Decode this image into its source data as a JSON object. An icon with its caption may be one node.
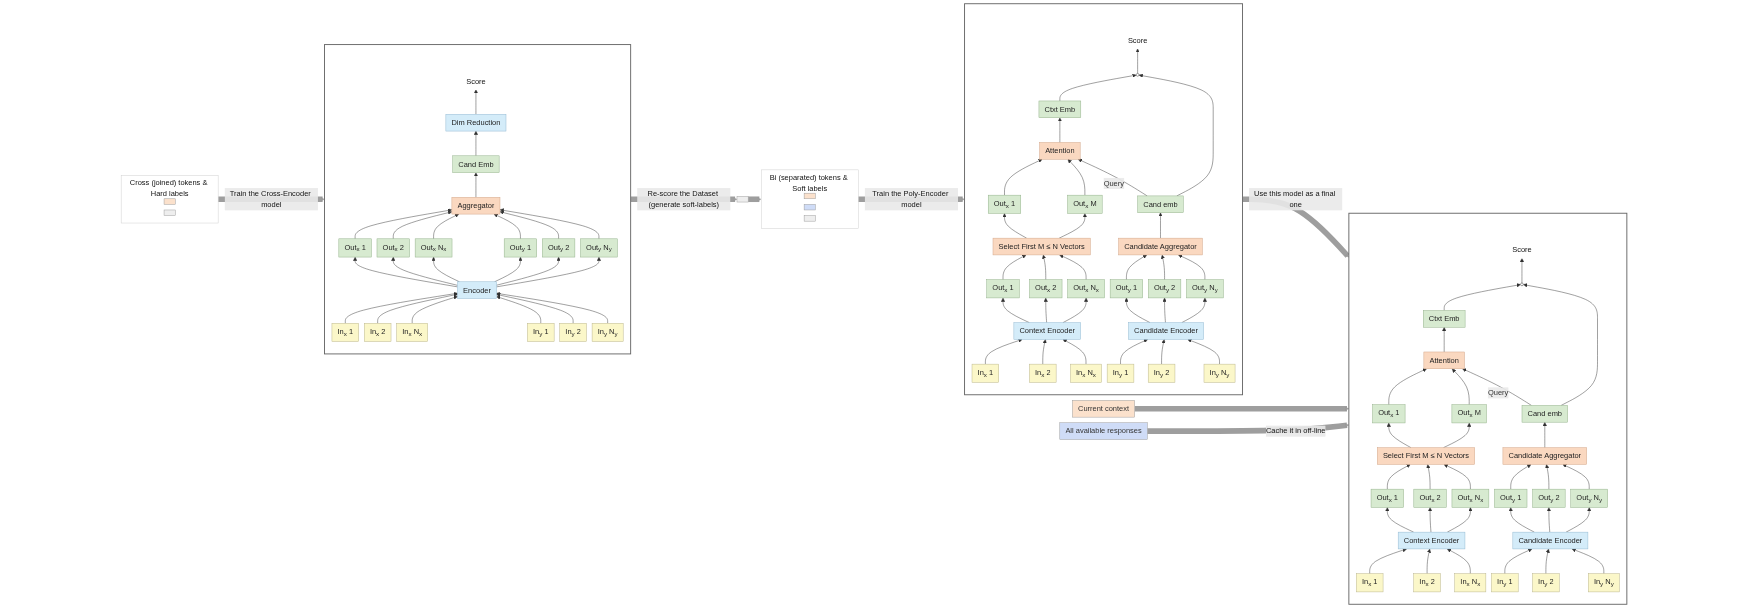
{
  "diagram": {
    "nodes": [
      {
        "text": [],
        "shape": "box"
      },
      {
        "text": [
          "Score"
        ],
        "in": 0
      },
      {
        "text": [
          "Dim Reduction"
        ],
        "in": 0
      },
      {
        "text": [
          "Cand Emb"
        ],
        "in": 0
      },
      {
        "text": [
          "Aggregator"
        ],
        "in": 0
      },
      {
        "text": [
          "Out$_{x}$ 1"
        ],
        "in": 0
      },
      {
        "text": [
          "Out$_{x}$ 2"
        ],
        "in": 0
      },
      {
        "text": [
          "Out$_{x}$ N$_{x}$"
        ],
        "in": 0
      },
      {
        "text": [
          "Out$_{y}$ 1"
        ],
        "in": 0
      },
      {
        "text": [
          "Out$_{y}$ 2"
        ],
        "in": 0
      },
      {
        "text": [
          "Out$_{y}$ N$_{y}$"
        ],
        "in": 0
      },
      {
        "text": [
          "Encoder"
        ],
        "in": 0
      },
      {
        "text": [
          "In$_{x}$ 1"
        ],
        "in": 0
      },
      {
        "text": [
          "In$_{x}$ 2"
        ],
        "in": 0
      },
      {
        "text": [
          "In$_{x}$ N$_{x}$"
        ],
        "in": 0
      },
      {
        "text": [
          "In$_{y}$ 1"
        ],
        "in": 0
      },
      {
        "text": [
          "In$_{y}$ 2"
        ],
        "in": 0
      },
      {
        "text": [
          "In$_{y}$ N$_{y}$"
        ],
        "in": 0
      },
      {
        "text": [],
        "shape": "box"
      },
      {
        "text": [
          "Ctxt Emb"
        ],
        "in": 18
      },
      {
        "text": [],
        "shape": "circle",
        "in": 18
      },
      {
        "text": [
          "Score"
        ],
        "in": 18
      },
      {
        "text": [
          "Attention"
        ],
        "in": 18
      },
      {
        "text": [
          "Cand emb"
        ],
        "in": 18
      },
      {
        "text": [
          "Out$_{x}$ 1"
        ],
        "in": 18
      },
      {
        "text": [
          "Out$_{x}$ M"
        ],
        "in": 18
      },
      {
        "text": [
          "Select First M ≤ N Vectors"
        ],
        "in": 18
      },
      {
        "text": [
          "Candidate Aggregator"
        ],
        "in": 18
      },
      {
        "text": [
          "Out$_{x}$ 1"
        ],
        "in": 18
      },
      {
        "text": [
          "Out$_{x}$ 2"
        ],
        "in": 18
      },
      {
        "text": [
          "Out$_{x}$ N$_{x}$"
        ],
        "in": 18
      },
      {
        "text": [
          "Out$_{y}$ 1"
        ],
        "in": 18
      },
      {
        "text": [
          "Out$_{y}$ 2"
        ],
        "in": 18
      },
      {
        "text": [
          "Out$_{y}$ N$_{y}$"
        ],
        "in": 18
      },
      {
        "text": [
          "Context Encoder"
        ],
        "in": 18
      },
      {
        "text": [
          "Candidate Encoder"
        ],
        "in": 18
      },
      {
        "text": [
          "In$_{x}$ 1"
        ],
        "in": 18
      },
      {
        "text": [
          "In$_{x}$ 2"
        ],
        "in": 18
      },
      {
        "text": [
          "In$_{x}$ N$_{x}$"
        ],
        "in": 18
      },
      {
        "text": [
          "In$_{y}$ 1"
        ],
        "in": 18
      },
      {
        "text": [
          "In$_{y}$ 2"
        ],
        "in": 18
      },
      {
        "text": [
          "In$_{y}$ N$_{y}$"
        ],
        "in": 18
      },
      {
        "text": [],
        "shape": "box"
      },
      {
        "text": [
          "Ctxt Emb"
        ],
        "in": 42
      },
      {
        "text": [],
        "shape": "circle",
        "in": 42
      },
      {
        "text": [
          "Score"
        ],
        "in": 42
      },
      {
        "text": [
          "Attention"
        ],
        "in": 42
      },
      {
        "text": [
          "Cand emb"
        ],
        "in": 42
      },
      {
        "text": [
          "Out$_{x}$ 1"
        ],
        "in": 42
      },
      {
        "text": [
          "Out$_{x}$ M"
        ],
        "in": 42
      },
      {
        "text": [
          "Select First M ≤ N Vectors"
        ],
        "in": 42
      },
      {
        "text": [
          "Candidate Aggregator"
        ],
        "in": 42
      },
      {
        "text": [
          "Out$_{x}$ 1"
        ],
        "in": 42
      },
      {
        "text": [
          "Out$_{x}$ 2"
        ],
        "in": 42
      },
      {
        "text": [
          "Out$_{x}$ N$_{x}$"
        ],
        "in": 42
      },
      {
        "text": [
          "Out$_{y}$ 1"
        ],
        "in": 42
      },
      {
        "text": [
          "Out$_{y}$ 2"
        ],
        "in": 42
      },
      {
        "text": [
          "Out$_{y}$ N$_{y}$"
        ],
        "in": 42
      },
      {
        "text": [
          "Context Encoder"
        ],
        "in": 42
      },
      {
        "text": [
          "Candidate Encoder"
        ],
        "in": 42
      },
      {
        "text": [
          "In$_{x}$ 1"
        ],
        "in": 42
      },
      {
        "text": [
          "In$_{x}$ 2"
        ],
        "in": 42
      },
      {
        "text": [
          "In$_{x}$ N$_{x}$"
        ],
        "in": 42
      },
      {
        "text": [
          "In$_{y}$ 1"
        ],
        "in": 42
      },
      {
        "text": [
          "In$_{y}$ 2"
        ],
        "in": 42
      },
      {
        "text": [
          "In$_{y}$ N$_{y}$"
        ],
        "in": 42
      },
      {
        "text": [
          "Cross (joined) tokens & Hard labels"
        ]
      },
      {
        "text": [],
        "shape": "box",
        "in": 66
      },
      {
        "text": [],
        "shape": "box",
        "in": 66
      },
      {
        "text": [],
        "shape": "box"
      },
      {
        "text": [
          "Bi (separated) tokens & Soft labels"
        ]
      },
      {
        "text": [],
        "shape": "box",
        "in": 70
      },
      {
        "text": [],
        "shape": "box",
        "in": 70
      },
      {
        "text": [],
        "shape": "box",
        "in": 70
      },
      {
        "text": [
          "Current context"
        ]
      },
      {
        "text": [
          "All available responses"
        ]
      }
    ],
    "edges": [
      {
        "from": 12,
        "to": 11,
        "arrow": "to"
      },
      {
        "from": 13,
        "to": 11,
        "arrow": "to"
      },
      {
        "from": 14,
        "to": 11,
        "arrow": "to"
      },
      {
        "from": 15,
        "to": 11,
        "arrow": "to"
      },
      {
        "from": 16,
        "to": 11,
        "arrow": "to"
      },
      {
        "from": 17,
        "to": 11,
        "arrow": "to"
      },
      {
        "from": 11,
        "to": 5,
        "arrow": "to"
      },
      {
        "from": 11,
        "to": 6,
        "arrow": "to"
      },
      {
        "from": 11,
        "to": 7,
        "arrow": "to"
      },
      {
        "from": 11,
        "to": 8,
        "arrow": "to"
      },
      {
        "from": 11,
        "to": 9,
        "arrow": "to"
      },
      {
        "from": 11,
        "to": 10,
        "arrow": "to"
      },
      {
        "from": 5,
        "to": 4,
        "arrow": "to"
      },
      {
        "from": 6,
        "to": 4,
        "arrow": "to"
      },
      {
        "from": 7,
        "to": 4,
        "arrow": "to"
      },
      {
        "from": 8,
        "to": 4,
        "arrow": "to"
      },
      {
        "from": 9,
        "to": 4,
        "arrow": "to"
      },
      {
        "from": 10,
        "to": 4,
        "arrow": "to"
      },
      {
        "from": 4,
        "to": 3,
        "arrow": "to"
      },
      {
        "from": 3,
        "to": 2,
        "arrow": "to"
      },
      {
        "from": 2,
        "to": 1,
        "arrow": "to"
      },
      {
        "from": 36,
        "to": 34,
        "arrow": "to"
      },
      {
        "from": 37,
        "to": 34,
        "arrow": "to"
      },
      {
        "from": 38,
        "to": 34,
        "arrow": "to"
      },
      {
        "from": 39,
        "to": 35,
        "arrow": "to"
      },
      {
        "from": 40,
        "to": 35,
        "arrow": "to"
      },
      {
        "from": 41,
        "to": 35,
        "arrow": "to"
      },
      {
        "from": 34,
        "to": 28,
        "arrow": "to"
      },
      {
        "from": 34,
        "to": 29,
        "arrow": "to"
      },
      {
        "from": 34,
        "to": 30,
        "arrow": "to"
      },
      {
        "from": 35,
        "to": 31,
        "arrow": "to"
      },
      {
        "from": 35,
        "to": 32,
        "arrow": "to"
      },
      {
        "from": 35,
        "to": 33,
        "arrow": "to"
      },
      {
        "from": 28,
        "to": 26,
        "arrow": "to"
      },
      {
        "from": 29,
        "to": 26,
        "arrow": "to"
      },
      {
        "from": 30,
        "to": 26,
        "arrow": "to"
      },
      {
        "from": 31,
        "to": 27,
        "arrow": "to"
      },
      {
        "from": 32,
        "to": 27,
        "arrow": "to"
      },
      {
        "from": 33,
        "to": 27,
        "arrow": "to"
      },
      {
        "from": 26,
        "to": 24,
        "arrow": "to"
      },
      {
        "from": 26,
        "to": 25,
        "arrow": "to"
      },
      {
        "from": 24,
        "to": 22,
        "arrow": "to"
      },
      {
        "from": 25,
        "to": 22,
        "arrow": "to"
      },
      {
        "from": 27,
        "to": 23,
        "arrow": "to"
      },
      {
        "from": 23,
        "to": 22,
        "arrow": "to",
        "label": "Query"
      },
      {
        "from": 22,
        "to": 19,
        "arrow": "to"
      },
      {
        "from": 19,
        "to": 20,
        "arrow": "to"
      },
      {
        "from": 23,
        "to": 20,
        "arrow": "to"
      },
      {
        "from": 20,
        "to": 21,
        "arrow": "to"
      },
      {
        "from": 60,
        "to": 58,
        "arrow": "to"
      },
      {
        "from": 61,
        "to": 58,
        "arrow": "to"
      },
      {
        "from": 62,
        "to": 58,
        "arrow": "to"
      },
      {
        "from": 63,
        "to": 59,
        "arrow": "to"
      },
      {
        "from": 64,
        "to": 59,
        "arrow": "to"
      },
      {
        "from": 65,
        "to": 59,
        "arrow": "to"
      },
      {
        "from": 58,
        "to": 52,
        "arrow": "to"
      },
      {
        "from": 58,
        "to": 53,
        "arrow": "to"
      },
      {
        "from": 58,
        "to": 54,
        "arrow": "to"
      },
      {
        "from": 59,
        "to": 55,
        "arrow": "to"
      },
      {
        "from": 59,
        "to": 56,
        "arrow": "to"
      },
      {
        "from": 59,
        "to": 57,
        "arrow": "to"
      },
      {
        "from": 52,
        "to": 50,
        "arrow": "to"
      },
      {
        "from": 53,
        "to": 50,
        "arrow": "to"
      },
      {
        "from": 54,
        "to": 50,
        "arrow": "to"
      },
      {
        "from": 55,
        "to": 51,
        "arrow": "to"
      },
      {
        "from": 56,
        "to": 51,
        "arrow": "to"
      },
      {
        "from": 57,
        "to": 51,
        "arrow": "to"
      },
      {
        "from": 50,
        "to": 48,
        "arrow": "to"
      },
      {
        "from": 50,
        "to": 49,
        "arrow": "to"
      },
      {
        "from": 48,
        "to": 46,
        "arrow": "to"
      },
      {
        "from": 49,
        "to": 46,
        "arrow": "to"
      },
      {
        "from": 51,
        "to": 47,
        "arrow": "to"
      },
      {
        "from": 47,
        "to": 46,
        "arrow": "to",
        "label": "Query"
      },
      {
        "from": 46,
        "to": 43,
        "arrow": "to"
      },
      {
        "from": 43,
        "to": 44,
        "arrow": "to"
      },
      {
        "from": 47,
        "to": 44,
        "arrow": "to"
      },
      {
        "from": 44,
        "to": 45,
        "arrow": "to"
      },
      {
        "from": 66,
        "to": 0,
        "arrow": "to",
        "label": "Train the Cross-Encoder model",
        "style": "thick",
        "color": "#9e9e9e"
      },
      {
        "from": 0,
        "to": 69,
        "arrow": "to",
        "label": "Re-score the Dataset (generate soft-labels)",
        "style": "thick",
        "color": "#9e9e9e"
      },
      {
        "from": 69,
        "to": 70,
        "arrow": "to",
        "style": "thick",
        "color": "#9e9e9e"
      },
      {
        "from": 70,
        "to": 18,
        "arrow": "to",
        "label": "Train the Poly-Encoder model",
        "style": "thick",
        "color": "#9e9e9e"
      },
      {
        "from": 18,
        "to": 42,
        "arrow": "to",
        "label": "Use this model as a final one",
        "style": "thick",
        "color": "#9e9e9e"
      },
      {
        "from": 74,
        "to": 42,
        "arrow": "to",
        "style": "thick",
        "color": "#9e9e9e"
      },
      {
        "from": 75,
        "to": 42,
        "arrow": "to",
        "label": "Cache it in off-line",
        "style": "thick",
        "color": "#9e9e9e"
      }
    ]
  }
}
